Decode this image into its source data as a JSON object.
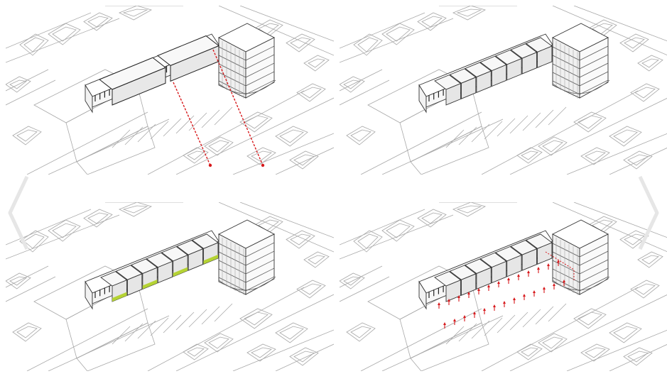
{
  "gallery": {
    "panels": [
      {
        "id": "massing-axes",
        "accent": "#d7191c"
      },
      {
        "id": "massing-subdivided",
        "accent": "#bdbdbd"
      },
      {
        "id": "massing-green-strips",
        "accent": "#b5d334"
      },
      {
        "id": "massing-access-points",
        "accent": "#d7191c"
      }
    ],
    "nav": {
      "prev_icon": "chevron-left-icon",
      "next_icon": "chevron-right-icon",
      "arrow_color": "#e6e6e6"
    }
  }
}
